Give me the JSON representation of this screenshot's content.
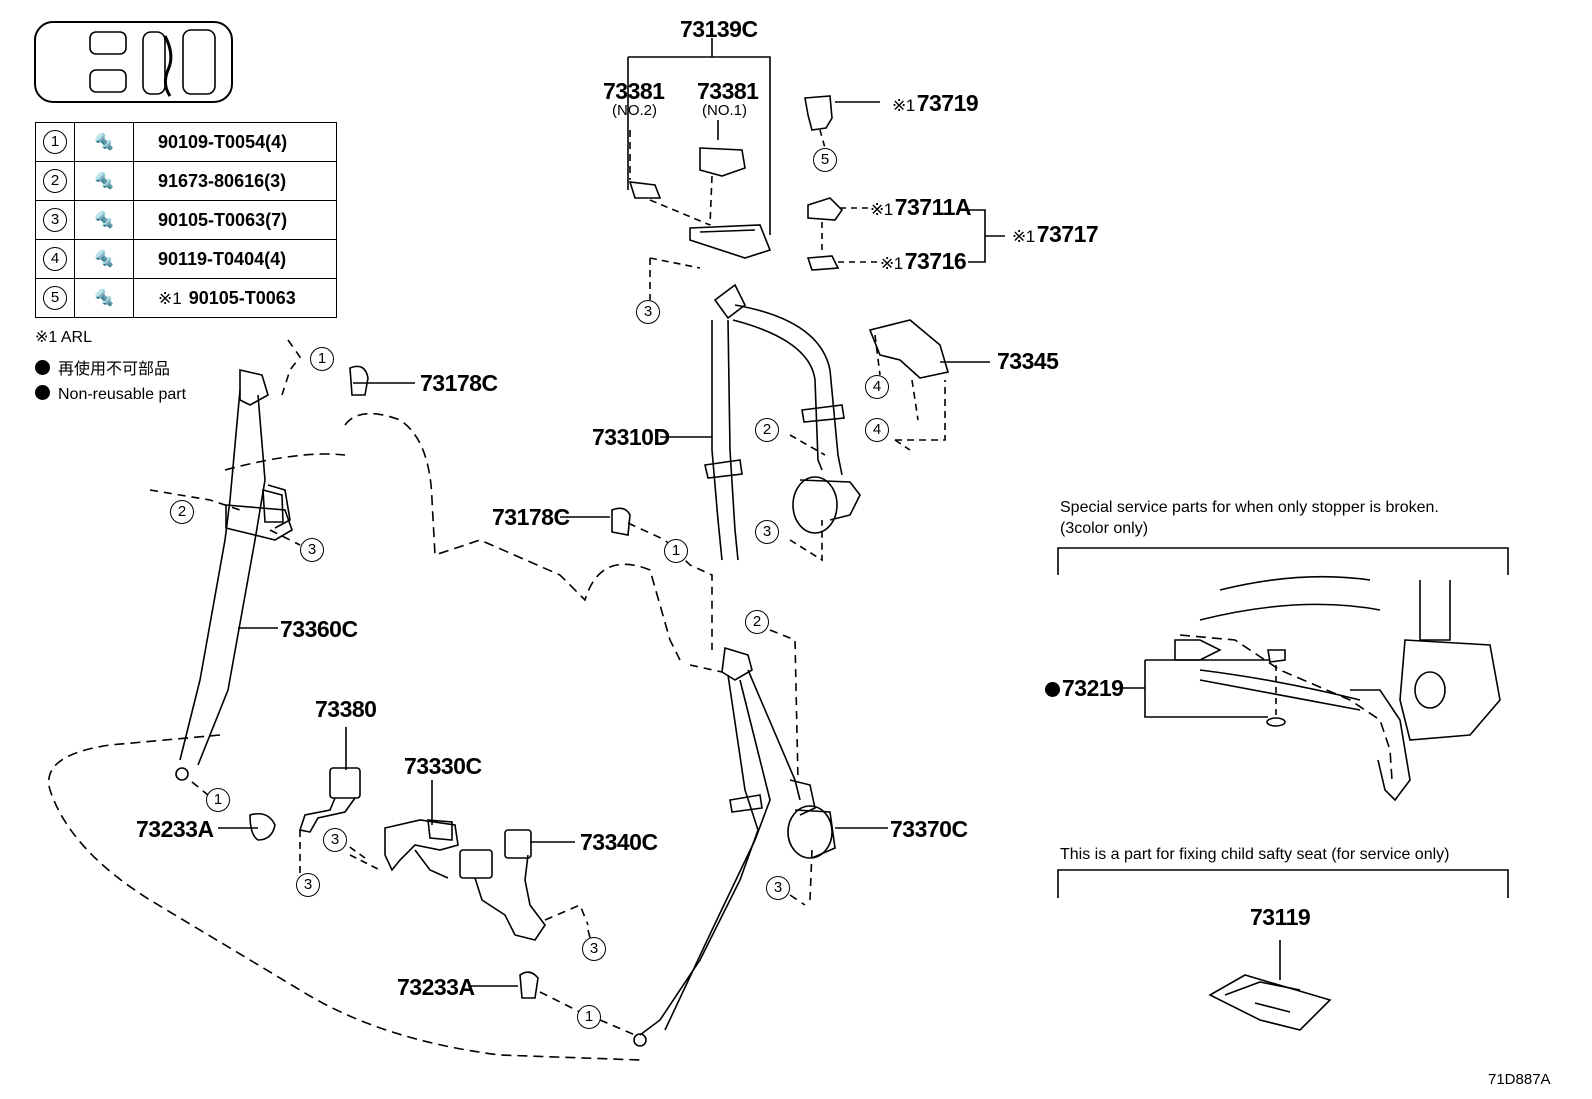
{
  "bolt_table": [
    {
      "ref": "1",
      "part": "90109-T0054(4)"
    },
    {
      "ref": "2",
      "part": "91673-80616(3)"
    },
    {
      "ref": "3",
      "part": "90105-T0063(7)"
    },
    {
      "ref": "4",
      "part": "90119-T0404(4)"
    },
    {
      "ref": "5",
      "part": "90105-T0063",
      "mark": "※1"
    }
  ],
  "legend": {
    "note_arl": "※1 ARL",
    "non_reusable_jp": "再使用不可部品",
    "non_reusable_en": "Non-reusable part"
  },
  "labels": {
    "p73139c": "73139C",
    "p73381a": "73381",
    "p73381a_sub": "(NO.2)",
    "p73381b": "73381",
    "p73381b_sub": "(NO.1)",
    "p73719": "73719",
    "p73711a": "73711A",
    "p73716": "73716",
    "p73717": "73717",
    "p73345": "73345",
    "p73310d": "73310D",
    "p73178c_top": "73178C",
    "p73178c_mid": "73178C",
    "p73360c": "73360C",
    "p73380": "73380",
    "p73330c": "73330C",
    "p73340c": "73340C",
    "p73233a_left": "73233A",
    "p73233a_bottom": "73233A",
    "p73370c": "73370C",
    "p73219": "73219",
    "p73119": "73119",
    "mark": "※1"
  },
  "callouts": {
    "one": "1",
    "two": "2",
    "three": "3",
    "four": "4",
    "five": "5"
  },
  "notes": {
    "stopper_line1": "Special service parts for when only stopper is broken.",
    "stopper_line2": "(3color only)",
    "child_seat": "This is a part for fixing child safty seat (for service only)"
  },
  "figure_code": "71D887A"
}
